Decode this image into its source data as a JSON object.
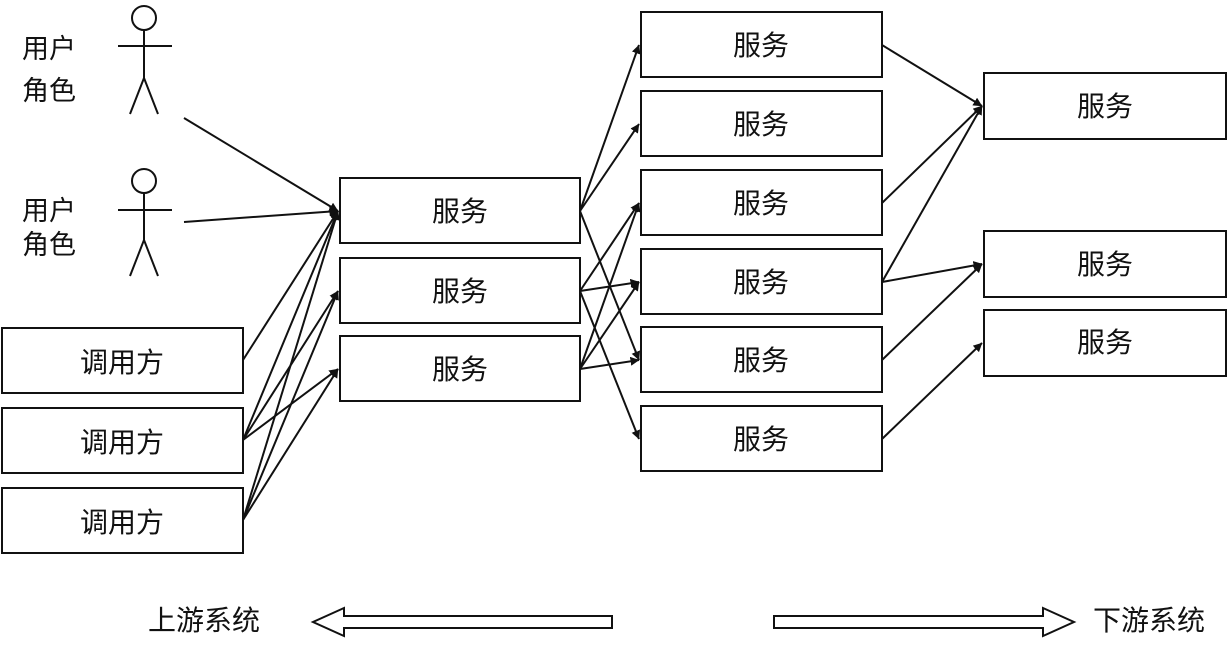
{
  "actors": [
    {
      "id": "actor-1",
      "line1": "用户",
      "line2": "角色"
    },
    {
      "id": "actor-2",
      "line1": "用户",
      "line2": "角色"
    }
  ],
  "callers": [
    {
      "id": "caller-1",
      "label": "调用方"
    },
    {
      "id": "caller-2",
      "label": "调用方"
    },
    {
      "id": "caller-3",
      "label": "调用方"
    }
  ],
  "middle_services": [
    {
      "id": "m1",
      "label": "服务"
    },
    {
      "id": "m2",
      "label": "服务"
    },
    {
      "id": "m3",
      "label": "服务"
    }
  ],
  "right_services": [
    {
      "id": "r1",
      "label": "服务"
    },
    {
      "id": "r2",
      "label": "服务"
    },
    {
      "id": "r3",
      "label": "服务"
    },
    {
      "id": "r4",
      "label": "服务"
    },
    {
      "id": "r5",
      "label": "服务"
    },
    {
      "id": "r6",
      "label": "服务"
    }
  ],
  "far_services": [
    {
      "id": "f1",
      "label": "服务"
    },
    {
      "id": "f2",
      "label": "服务"
    },
    {
      "id": "f3",
      "label": "服务"
    }
  ],
  "edges": [
    {
      "from": "actor-1",
      "to": "m1"
    },
    {
      "from": "actor-2",
      "to": "m1"
    },
    {
      "from": "caller-1",
      "to": "m1"
    },
    {
      "from": "caller-2",
      "to": "m1"
    },
    {
      "from": "caller-2",
      "to": "m2"
    },
    {
      "from": "caller-2",
      "to": "m3"
    },
    {
      "from": "caller-3",
      "to": "m1"
    },
    {
      "from": "caller-3",
      "to": "m2"
    },
    {
      "from": "caller-3",
      "to": "m3"
    },
    {
      "from": "m1",
      "to": "r1"
    },
    {
      "from": "m1",
      "to": "r2"
    },
    {
      "from": "m1",
      "to": "r5"
    },
    {
      "from": "m2",
      "to": "r3"
    },
    {
      "from": "m2",
      "to": "r4"
    },
    {
      "from": "m2",
      "to": "r6"
    },
    {
      "from": "m3",
      "to": "r3"
    },
    {
      "from": "m3",
      "to": "r4"
    },
    {
      "from": "m3",
      "to": "r5"
    },
    {
      "from": "r1",
      "to": "f1"
    },
    {
      "from": "r3",
      "to": "f1"
    },
    {
      "from": "r4",
      "to": "f1"
    },
    {
      "from": "r4",
      "to": "f2"
    },
    {
      "from": "r5",
      "to": "f2"
    },
    {
      "from": "r6",
      "to": "f3"
    }
  ],
  "legend": {
    "upstream": "上游系统",
    "downstream": "下游系统"
  }
}
